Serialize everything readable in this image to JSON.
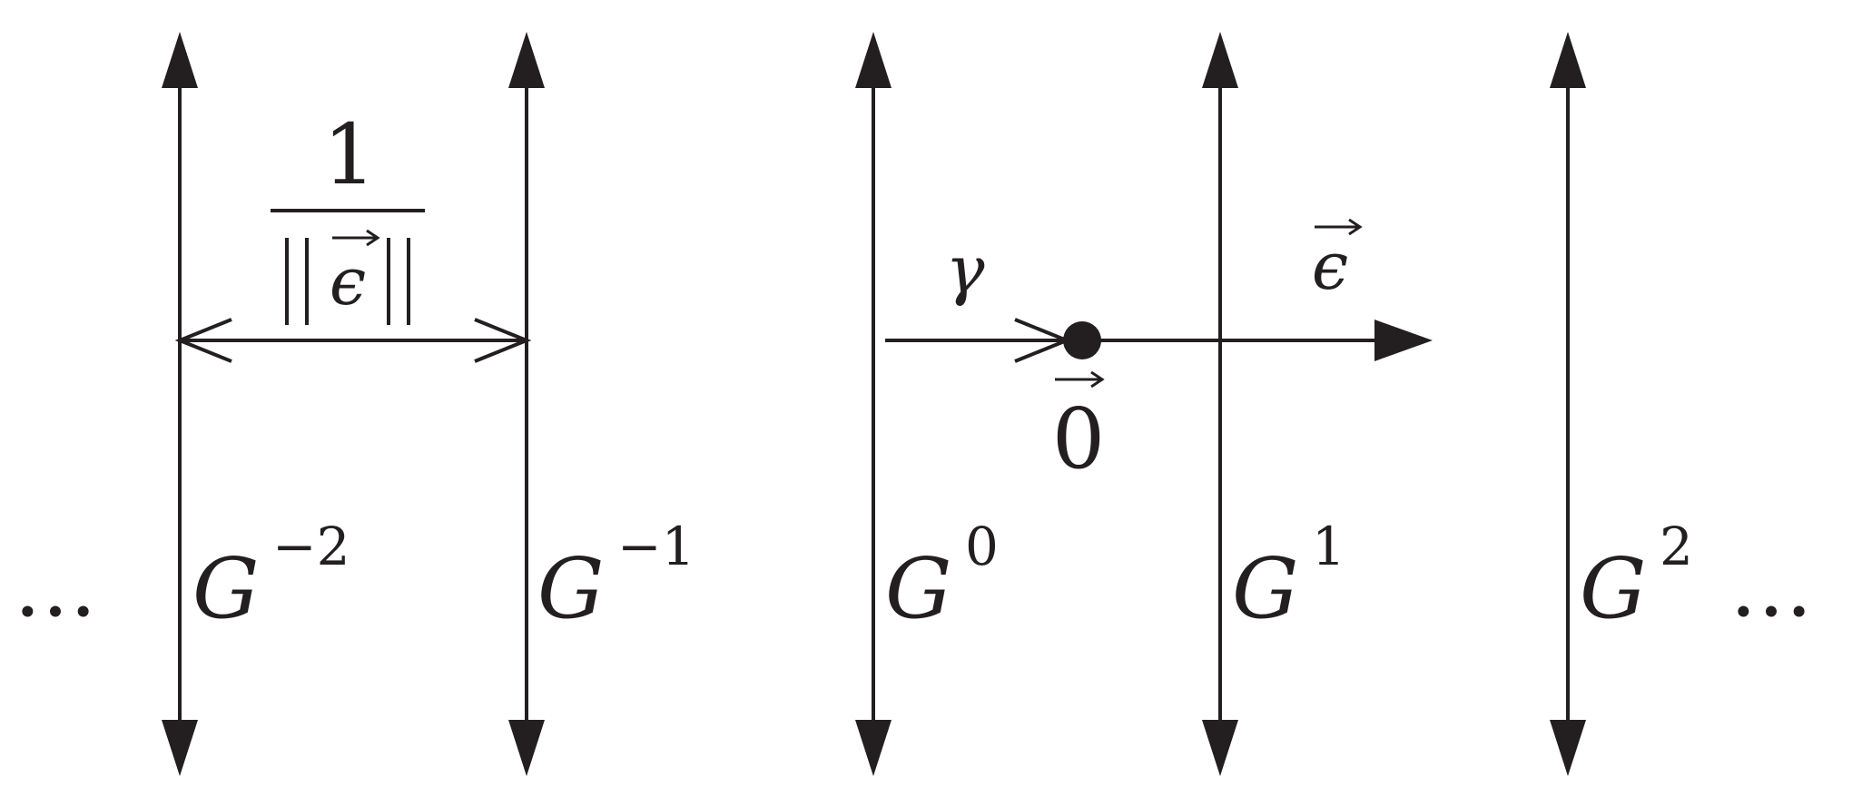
{
  "lines": [
    {
      "base": "G",
      "exp": "−2"
    },
    {
      "base": "G",
      "exp": "−1"
    },
    {
      "base": "G",
      "exp": "0"
    },
    {
      "base": "G",
      "exp": "1"
    },
    {
      "base": "G",
      "exp": "2"
    }
  ],
  "ellipsis_left": "…",
  "ellipsis_right": "…",
  "spacing": {
    "numerator": "1",
    "denominator_bars": "‖",
    "denominator_symbol": "ϵ"
  },
  "gamma": "γ",
  "origin": "0",
  "epsilon": "ϵ",
  "colors": {
    "ink": "#231f20",
    "background": "#ffffff"
  }
}
